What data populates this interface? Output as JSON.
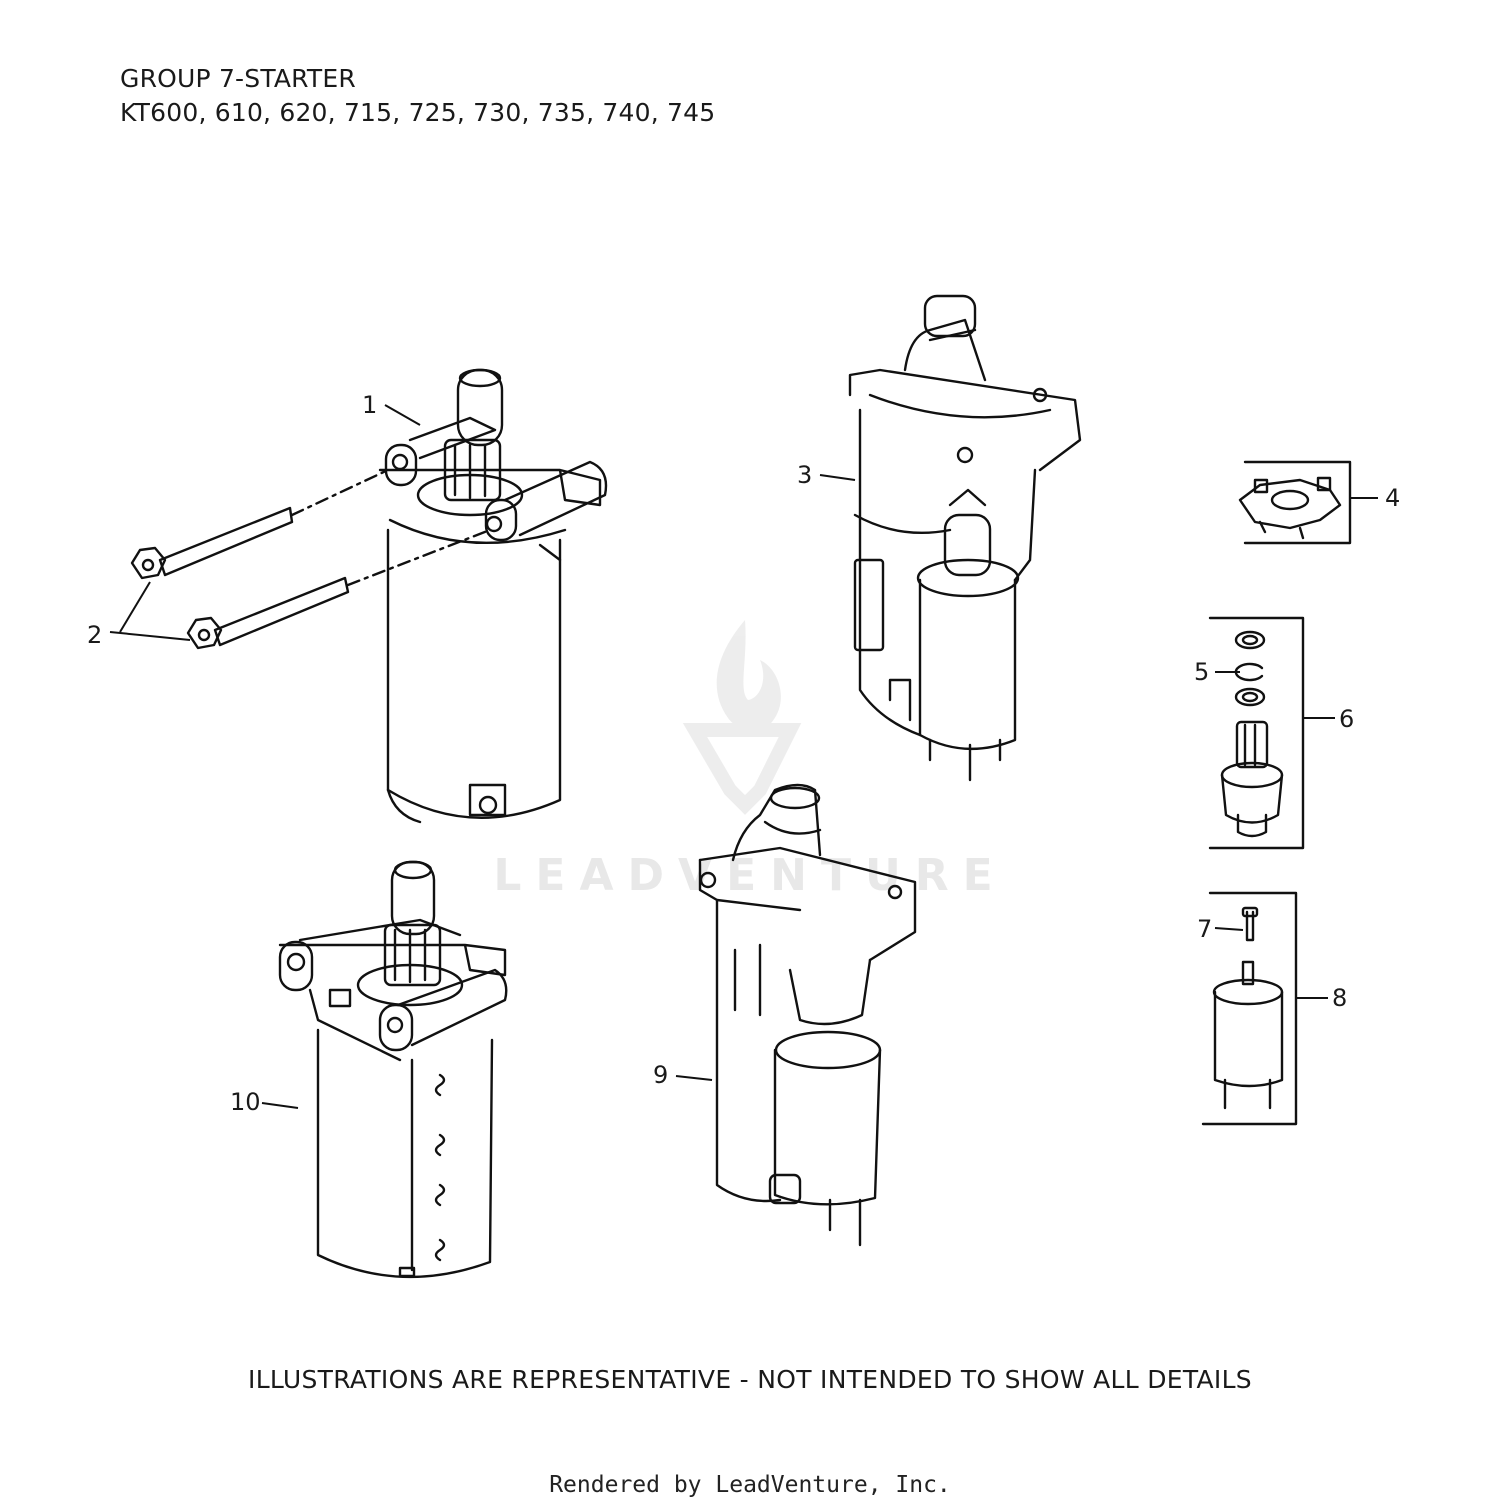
{
  "header": {
    "group_title": "GROUP 7-STARTER",
    "models": "KT600, 610, 620, 715, 725, 730, 735, 740, 745"
  },
  "callouts": {
    "c1": "1",
    "c2": "2",
    "c3": "3",
    "c4": "4",
    "c5": "5",
    "c6": "6",
    "c7": "7",
    "c8": "8",
    "c9": "9",
    "c10": "10"
  },
  "watermark": {
    "text": "LEADVENTURE"
  },
  "footer": {
    "disclaimer": "ILLUSTRATIONS ARE REPRESENTATIVE - NOT INTENDED TO SHOW ALL DETAILS",
    "rendered_by": "Rendered by LeadVenture, Inc."
  }
}
